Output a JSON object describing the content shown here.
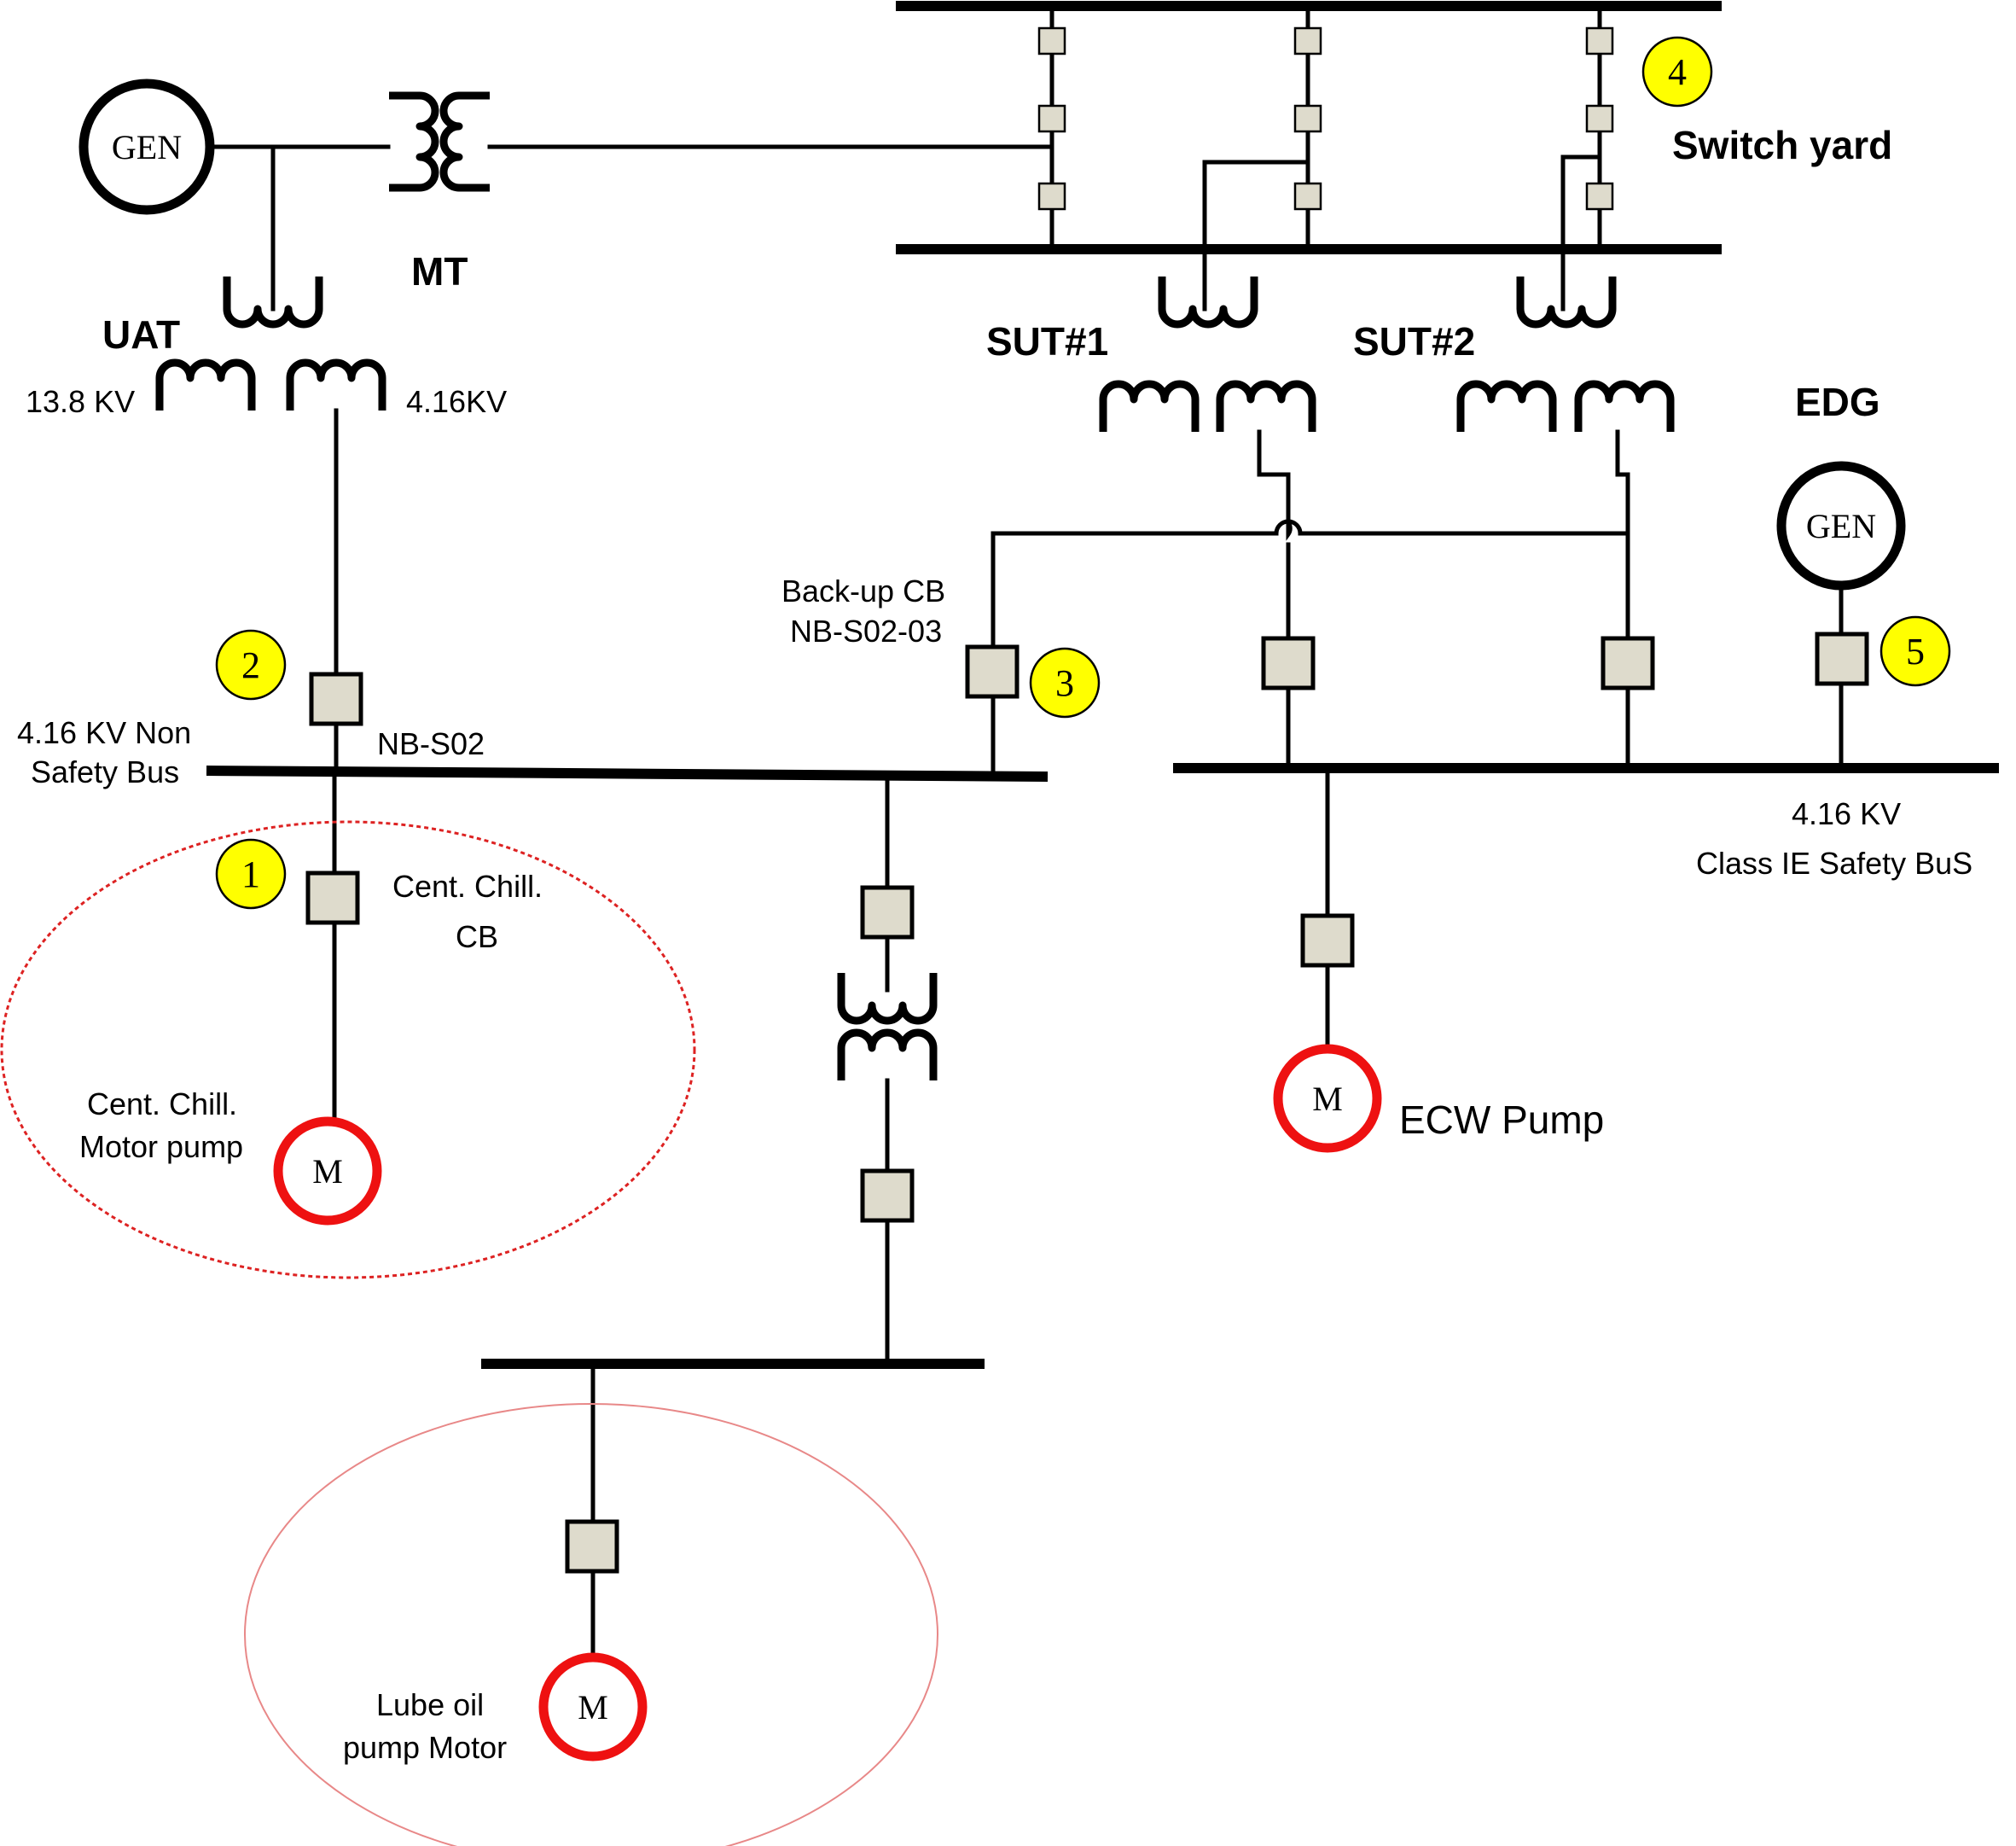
{
  "labels": {
    "gen_main": "GEN",
    "gen_edg": "GEN",
    "mt": "MT",
    "uat": "UAT",
    "uat_primary": "13.8 KV",
    "uat_secondary": "4.16KV",
    "sut1": "SUT#1",
    "sut2": "SUT#2",
    "edg": "EDG",
    "switch_yard": "Switch yard",
    "backup_cb_line1": "Back-up CB",
    "backup_cb_line2": "NB-S02-03",
    "nonsafety_bus_line1": "4.16 KV Non",
    "nonsafety_bus_line2": "Safety Bus",
    "nb_s02": "NB-S02",
    "safety_bus_line1": "4.16 KV",
    "safety_bus_line2": "Class IE Safety BuS",
    "cent_chill_cb_line1": "Cent. Chill.",
    "cent_chill_cb_line2": "CB",
    "cent_chill_motor_line1": "Cent. Chill.",
    "cent_chill_motor_line2": "Motor pump",
    "ecw_pump": "ECW Pump",
    "lube_oil_line1": "Lube oil",
    "lube_oil_line2": "pump Motor",
    "motor_cent_chill": "M",
    "motor_ecw": "M",
    "motor_lube_oil": "M"
  },
  "badges": [
    "1",
    "2",
    "3",
    "4",
    "5"
  ],
  "colors": {
    "breaker_fill": "#dedbcc",
    "motor_ring": "#ee1111",
    "badge_fill": "#ffff00",
    "focus_ellipse": "#dd2222",
    "lube_ellipse": "#e88888"
  }
}
